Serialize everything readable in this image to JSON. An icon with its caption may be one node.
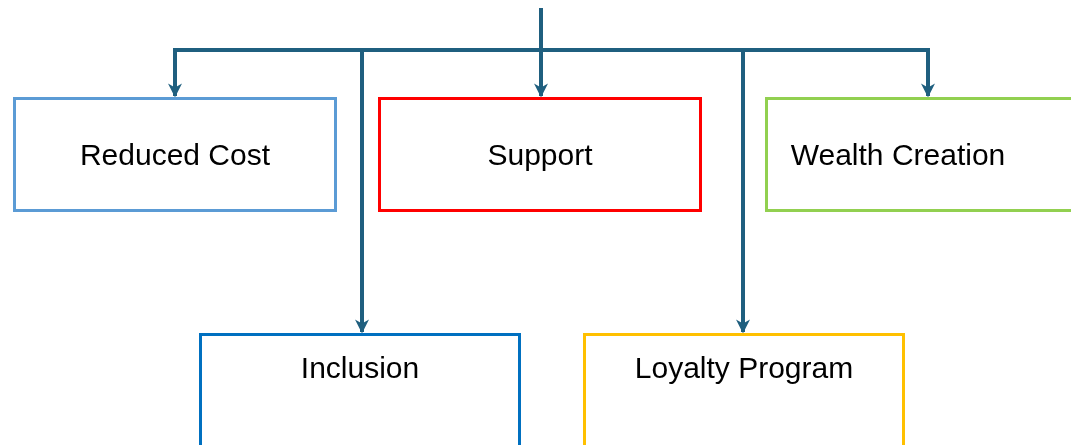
{
  "diagram": {
    "nodes": [
      {
        "text": [
          "Reduced Cost"
        ]
      },
      {
        "text": [
          "Support"
        ]
      },
      {
        "text": [
          "Wealth Creation"
        ]
      },
      {
        "text": [
          "Inclusion"
        ]
      },
      {
        "text": [
          "Loyalty Program"
        ]
      }
    ],
    "edges": [
      {
        "from": null,
        "to": 0,
        "arrow": "to"
      },
      {
        "from": null,
        "to": 1,
        "arrow": "to"
      },
      {
        "from": null,
        "to": 2,
        "arrow": "to"
      },
      {
        "from": null,
        "to": 3,
        "arrow": "to"
      },
      {
        "from": null,
        "to": 4,
        "arrow": "to"
      }
    ]
  }
}
